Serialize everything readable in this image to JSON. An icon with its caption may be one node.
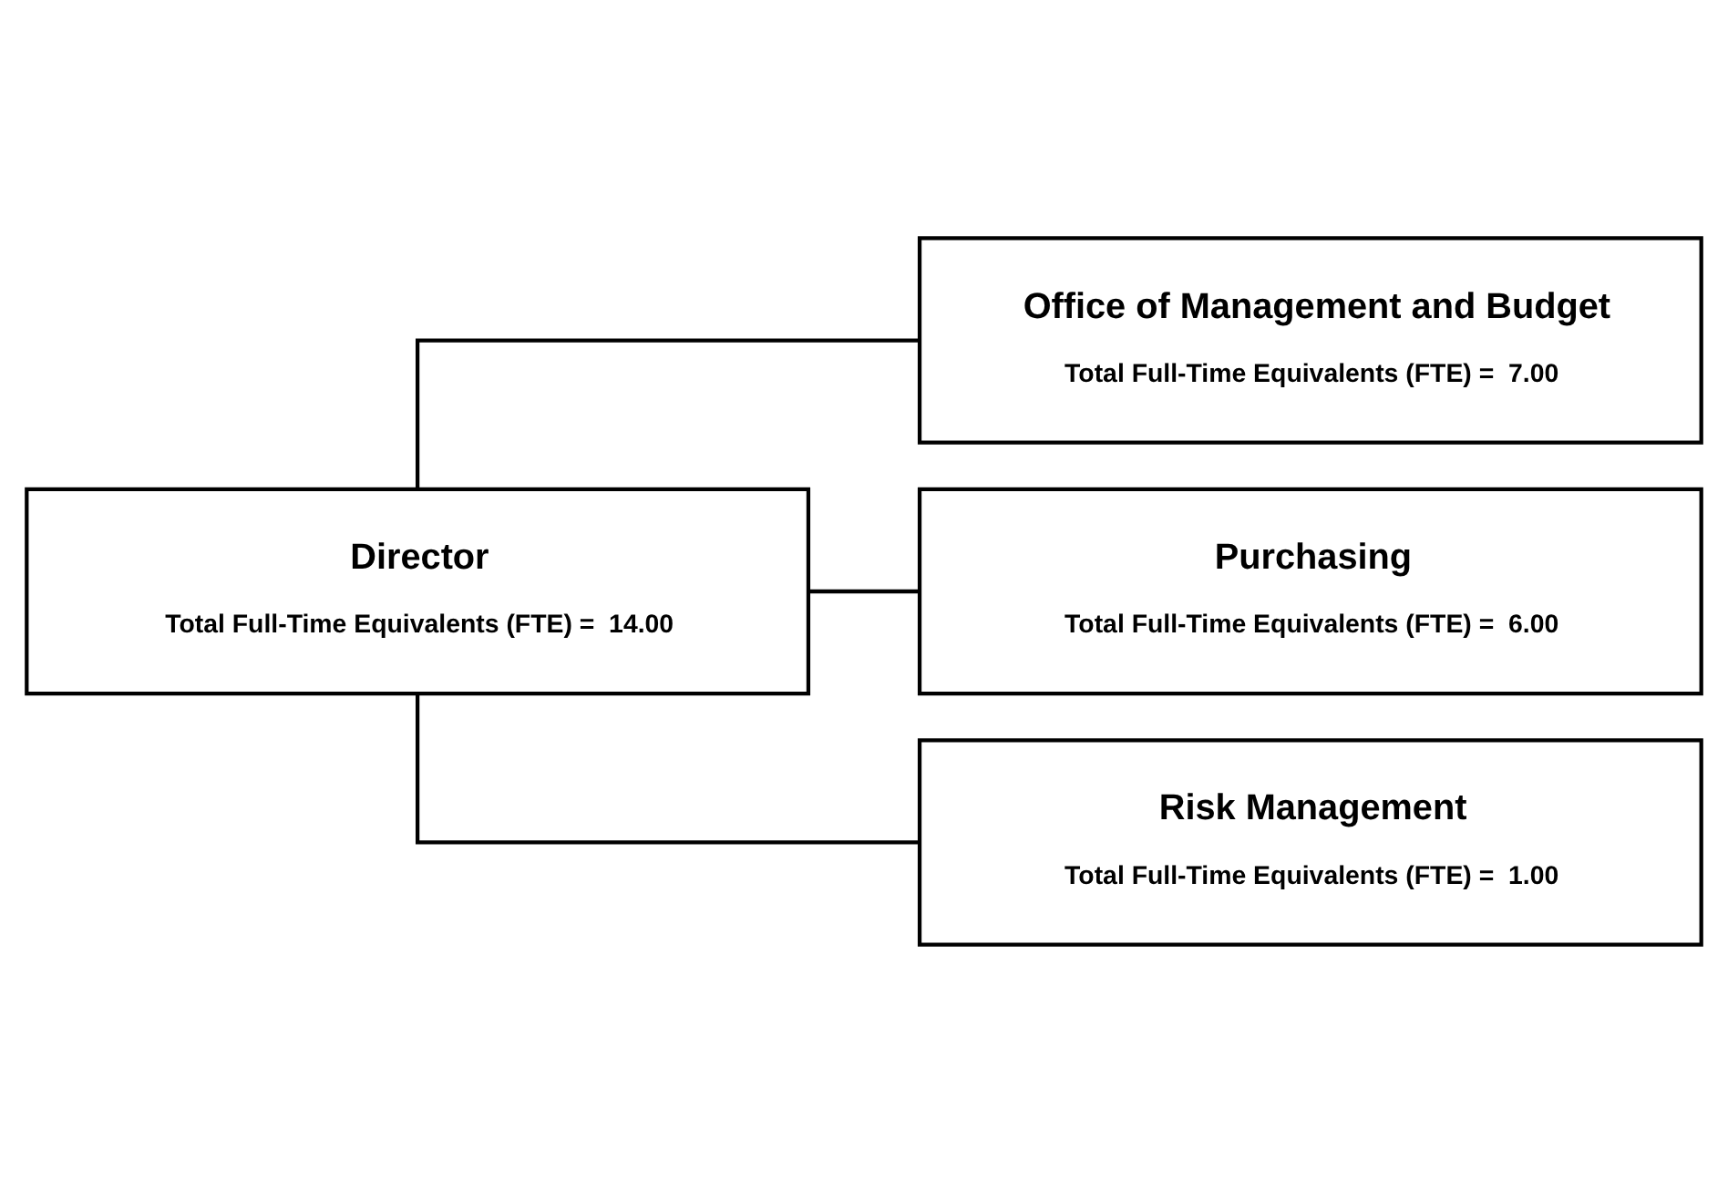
{
  "diagram": {
    "nodes": [
      {
        "text": [
          "Director",
          "Total Full-Time Equivalents (FTE) =  14.00"
        ]
      },
      {
        "text": [
          "Office of Management and Budget",
          "Total Full-Time Equivalents (FTE) =  7.00"
        ]
      },
      {
        "text": [
          "Purchasing",
          "Total Full-Time Equivalents (FTE) =  6.00"
        ]
      },
      {
        "text": [
          "Risk Management",
          "Total Full-Time Equivalents (FTE) =  1.00"
        ]
      }
    ],
    "edges": [
      {
        "from": 0,
        "to": 1,
        "arrow": "none"
      },
      {
        "from": 0,
        "to": 2,
        "arrow": "none"
      },
      {
        "from": 0,
        "to": 3,
        "arrow": "none"
      }
    ]
  }
}
